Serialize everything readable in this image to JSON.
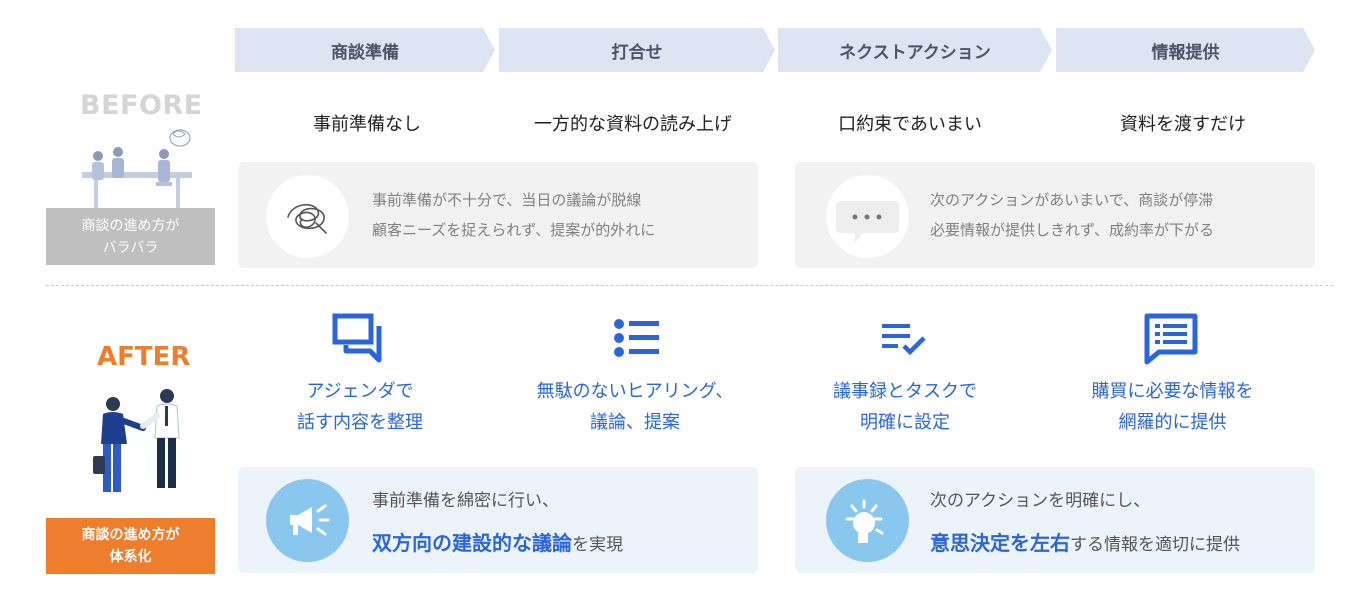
{
  "steps": [
    "商談準備",
    "打合せ",
    "ネクストアクション",
    "情報提供"
  ],
  "before": {
    "title": "BEFORE",
    "label_line1": "商談の進め方が",
    "label_line2": "バラバラ",
    "items": [
      "事前準備なし",
      "一方的な資料の読み上げ",
      "口約束であいまい",
      "資料を渡すだけ"
    ],
    "problems": [
      {
        "line1": "事前準備が不十分で、当日の議論が脱線",
        "line2": "顧客ニーズを捉えられず、提案が的外れに",
        "icon": "tangle-icon"
      },
      {
        "line1": "次のアクションがあいまいで、商談が停滞",
        "line2": "必要情報が提供しきれず、成約率が下がる",
        "icon": "speech-bubble-icon"
      }
    ]
  },
  "after": {
    "title": "AFTER",
    "label_line1": "商談の進め方が",
    "label_line2": "体系化",
    "items": [
      {
        "line1": "アジェンダで",
        "line2": "話す内容を整理",
        "icon": "chat-icon"
      },
      {
        "line1": "無駄のないヒアリング、",
        "line2": "議論、提案",
        "icon": "list-icon"
      },
      {
        "line1": "議事録とタスクで",
        "line2": "明確に設定",
        "icon": "checklist-icon"
      },
      {
        "line1": "購買に必要な情報を",
        "line2": "網羅的に提供",
        "icon": "document-icon"
      }
    ],
    "results": [
      {
        "line1": "事前準備を綿密に行い、",
        "highlight": "双方向の建設的な議論",
        "rest": "を実現",
        "icon": "megaphone-icon"
      },
      {
        "line1": "次のアクションを明確にし、",
        "highlight": "意思決定を左右",
        "rest": "する情報を適切に提供",
        "icon": "lightbulb-icon"
      }
    ]
  },
  "colors": {
    "accent_blue": "#2a66d9",
    "accent_orange": "#ee7d2c",
    "step_bg": "#dde5f3",
    "gray_box": "#f2f2f2",
    "blue_box": "#edf3fb"
  }
}
